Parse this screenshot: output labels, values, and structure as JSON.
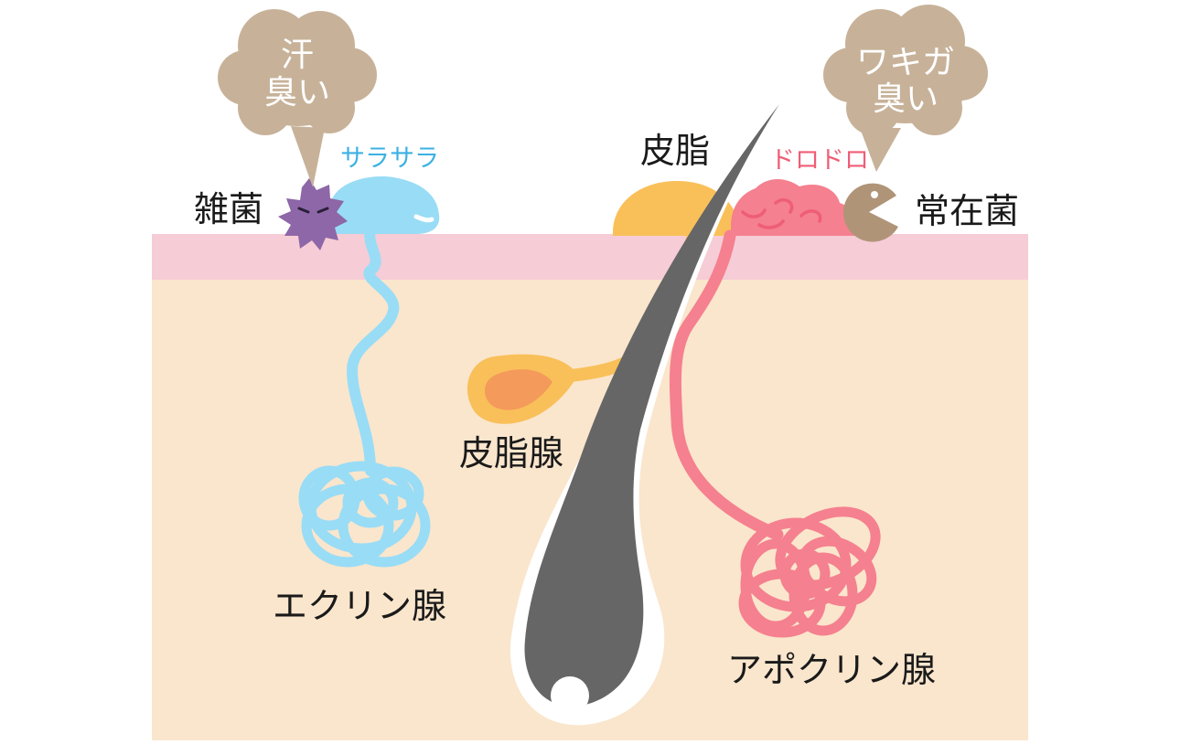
{
  "clouds": {
    "left": {
      "line1": "汗",
      "line2": "臭い"
    },
    "right": {
      "line1": "ワキガ",
      "line2": "臭い"
    }
  },
  "labels": {
    "bacteria_misc": "雑菌",
    "smooth": "サラサラ",
    "sebum": "皮脂",
    "sticky": "ドロドロ",
    "resident_bacteria": "常在菌",
    "sebaceous_gland": "皮脂腺",
    "eccrine_gland": "エクリン腺",
    "apocrine_gland": "アポクリン腺"
  },
  "colors": {
    "cloud": "#c7b299",
    "epidermis": "#f6ccd6",
    "dermis": "#fae6cd",
    "eccrine": "#99dcf6",
    "eccrine_text": "#3bb1e3",
    "apocrine": "#f5808f",
    "apocrine_text": "#ee5e75",
    "sebum": "#f9c05a",
    "sebum_inner": "#f49a5a",
    "hair": "#666666",
    "bacteria_misc": "#8d67a7",
    "resident_bacteria": "#b09478"
  }
}
